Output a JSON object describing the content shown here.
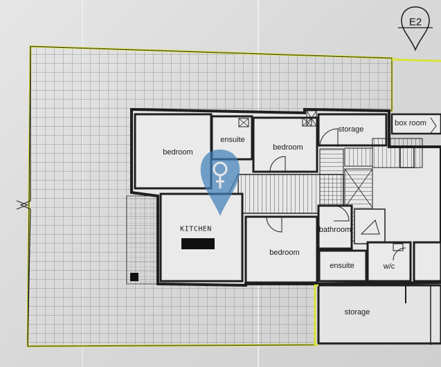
{
  "sheet": {
    "id": "E2"
  },
  "rooms": {
    "bedroom_1": "bedroom",
    "ensuite_1": "ensuite",
    "bedroom_2": "bedroom",
    "storage_1": "storage",
    "box_room": "box room",
    "kitchen": "KITCHEN",
    "bathroom": "bathroom",
    "bedroom_3": "bedroom",
    "ensuite_2": "ensuite",
    "wc": "w/c",
    "storage_2": "storage"
  },
  "colors": {
    "wall": "#1f1f1f",
    "boundary": "#d9e23a",
    "grid": "#7d7d7d",
    "room_fill": "#e8e8e8",
    "redaction": "#111111",
    "watermark": "#3f7fb8"
  },
  "icons": {
    "north_marker": "map-pin-icon",
    "watermark": "location-pin-icon"
  }
}
